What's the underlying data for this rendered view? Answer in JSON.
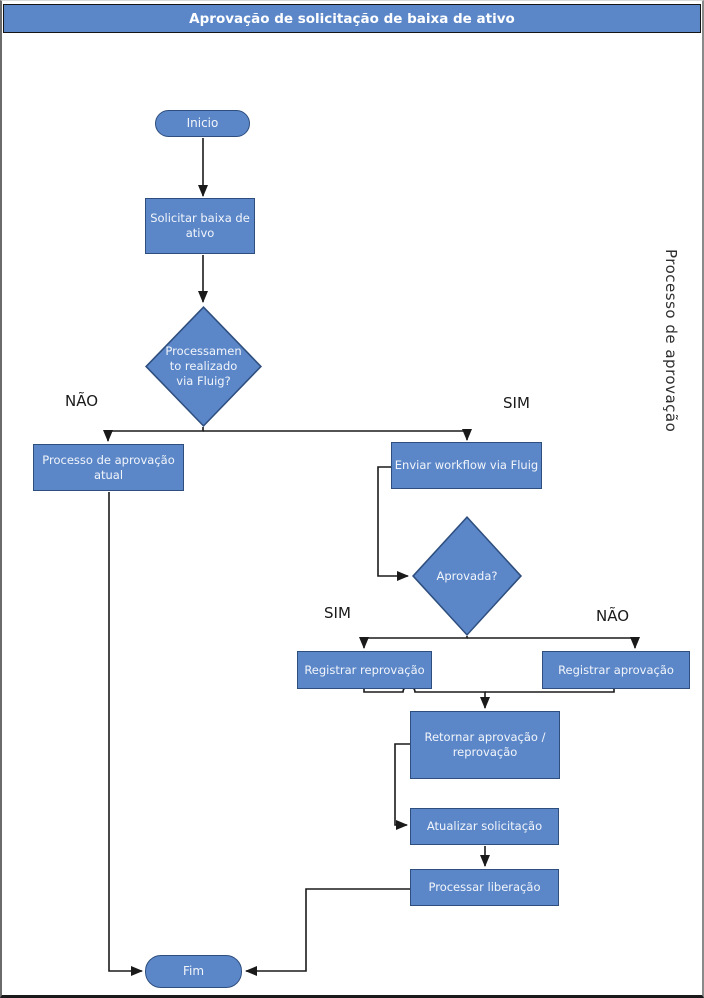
{
  "title": "Aprovação de solicitação de baixa de ativo",
  "lane_label": "Processo de aprovação",
  "colors": {
    "shape-fill": "#5b87c9",
    "shape-border": "#2e4e7e",
    "header-fill": "#5b87c9",
    "header-border": "#141414",
    "line": "#1a1a1a",
    "shape-text": "#f2f5fa",
    "label-text": "#1a1a1a"
  },
  "nodes": {
    "start": {
      "label": "Inicio"
    },
    "solicitar": {
      "label": "Solicitar baixa de\nativo"
    },
    "decisao_fluig": {
      "label": "Processamen\nto realizado\nvia Fluig?"
    },
    "processo_atual": {
      "label": "Processo de aprovação\natual"
    },
    "enviar_workflow": {
      "label": "Enviar workflow via Fluig"
    },
    "decisao_aprovada": {
      "label": "Aprovada?"
    },
    "registrar_reprovacao": {
      "label": "Registrar reprovação"
    },
    "registrar_aprovacao": {
      "label": "Registrar aprovação"
    },
    "retornar": {
      "label": "Retornar aprovação /\nreprovação"
    },
    "atualizar": {
      "label": "Atualizar solicitação"
    },
    "processar": {
      "label": "Processar liberação"
    },
    "end": {
      "label": "Fim"
    }
  },
  "edge_labels": {
    "nao_fluig": "NÃO",
    "sim_fluig": "SIM",
    "sim_aprovada": "SIM",
    "nao_aprovada": "NÃO"
  }
}
